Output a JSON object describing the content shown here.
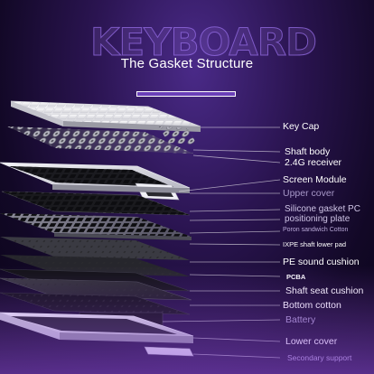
{
  "header": {
    "brand_text": "KEYBOARD",
    "subtitle": "The Gasket Structure"
  },
  "layers": [
    {
      "label": "Key Cap"
    },
    {
      "label": "Shaft body"
    },
    {
      "label": "2.4G receiver"
    },
    {
      "label": "Screen Module"
    },
    {
      "label": "Upper cover"
    },
    {
      "label": "Silicone gasket PC"
    },
    {
      "label": "positioning plate"
    },
    {
      "label": "Poron sandwich Cotton"
    },
    {
      "label": "IXPE shaft lower pad"
    },
    {
      "label": "PE sound cushion"
    },
    {
      "label": "PCBA"
    },
    {
      "label": "Shaft seat cushion"
    },
    {
      "label": "Bottom cotton"
    },
    {
      "label": "Battery"
    },
    {
      "label": "Lower cover"
    },
    {
      "label": "Secondary support"
    }
  ],
  "colors": {
    "accent": "#6a3fb8",
    "background": "#1a0c36",
    "muted_label": "#b9a9d8"
  }
}
